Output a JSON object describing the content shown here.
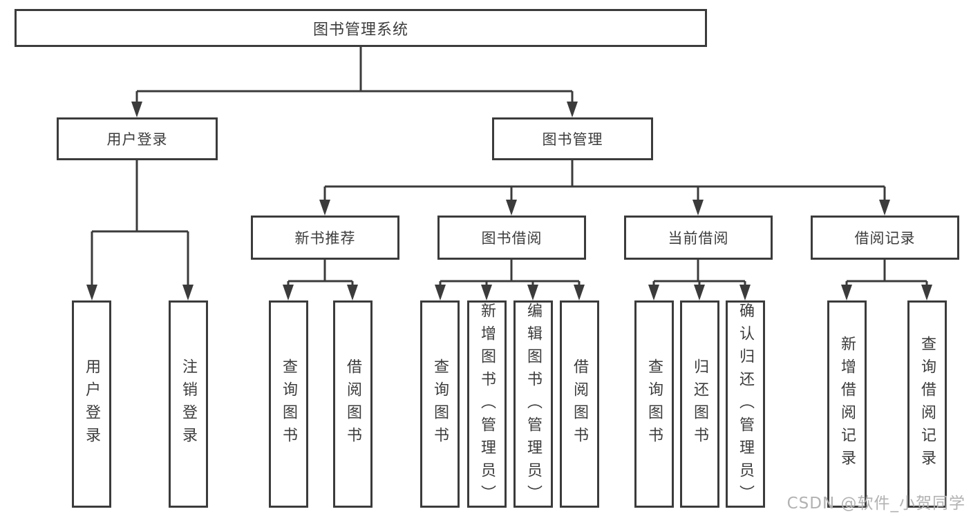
{
  "diagram": {
    "root": {
      "label": "图书管理系统"
    },
    "branches": [
      {
        "label": "用户登录",
        "children": [
          {
            "label": "用户登录"
          },
          {
            "label": "注销登录"
          }
        ]
      },
      {
        "label": "图书管理",
        "sections": [
          {
            "label": "新书推荐",
            "children": [
              {
                "label": "查询图书"
              },
              {
                "label": "借阅图书"
              }
            ]
          },
          {
            "label": "图书借阅",
            "children": [
              {
                "label": "查询图书"
              },
              {
                "label": "新增图书（管理员）"
              },
              {
                "label": "编辑图书（管理员）"
              },
              {
                "label": "借阅图书"
              }
            ]
          },
          {
            "label": "当前借阅",
            "children": [
              {
                "label": "查询图书"
              },
              {
                "label": "归还图书"
              },
              {
                "label": "确认归还（管理员）"
              }
            ]
          },
          {
            "label": "借阅记录",
            "children": [
              {
                "label": "新增借阅记录"
              },
              {
                "label": "查询借阅记录"
              }
            ]
          }
        ]
      }
    ]
  },
  "watermark": {
    "text": "CSDN @软件_小贺同学"
  },
  "colors": {
    "line": "#3b3b3b",
    "border": "#3b3b3b",
    "text": "#3c3c3c",
    "watermark": "#b2b2b2",
    "background": "#ffffff"
  }
}
